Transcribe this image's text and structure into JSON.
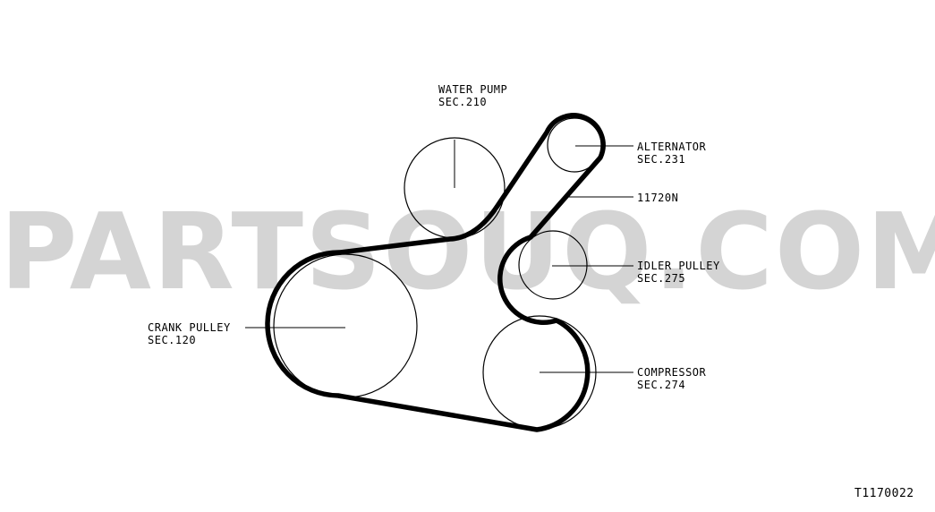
{
  "watermark": "PARTSOUQ.COM",
  "labels": {
    "water_pump": {
      "name": "WATER PUMP",
      "sec": "SEC.210"
    },
    "alternator": {
      "name": "ALTERNATOR",
      "sec": "SEC.231"
    },
    "belt": {
      "name": "11720N"
    },
    "idler_pulley": {
      "name": "IDLER PULLEY",
      "sec": "SEC.275"
    },
    "crank_pulley": {
      "name": "CRANK PULLEY",
      "sec": "SEC.120"
    },
    "compressor": {
      "name": "COMPRESSOR",
      "sec": "SEC.274"
    }
  },
  "diagram_code": "T1170022"
}
